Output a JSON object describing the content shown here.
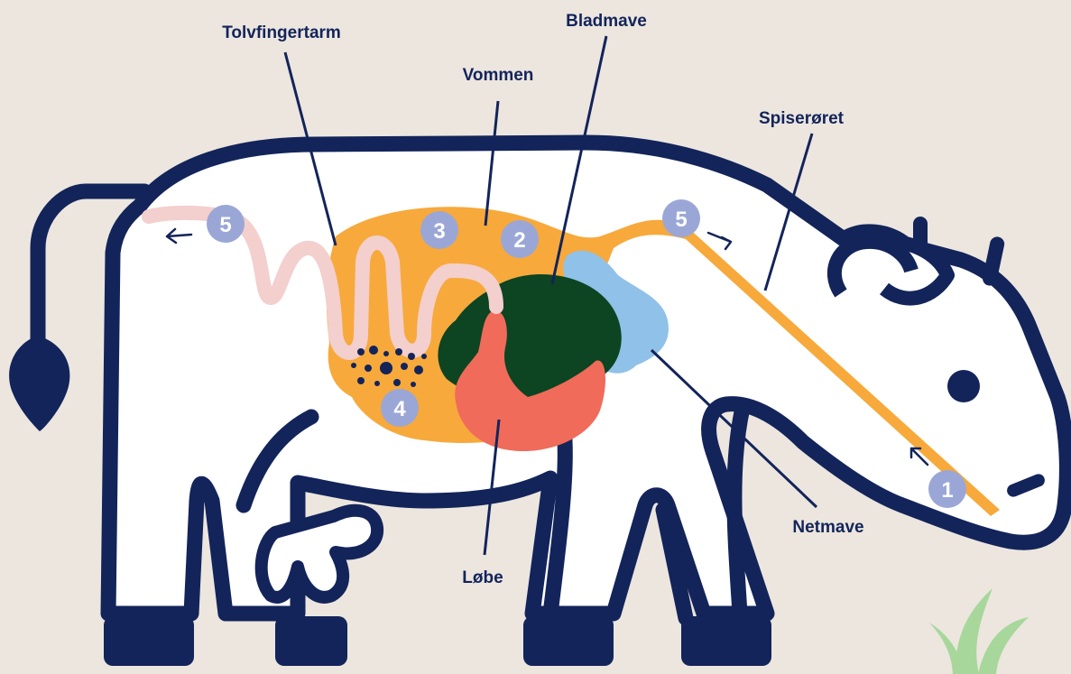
{
  "colors": {
    "background": "#ece6df",
    "outline": "#13245a",
    "body": "#ffffff",
    "vom": "#f7a93b",
    "bladmave": "#0d4422",
    "netmave": "#90c1e8",
    "loebe": "#f06b5a",
    "tarm": "#f3cfcd",
    "badge": "#9aa7d6",
    "grass": "#a7d79a"
  },
  "labels": {
    "tolvfingertarm": "Tolvfingertarm",
    "bladmave": "Bladmave",
    "vommen": "Vommen",
    "spiseroeret": "Spiserøret",
    "netmave": "Netmave",
    "loebe": "Løbe"
  },
  "steps": [
    "1",
    "2",
    "3",
    "4",
    "5",
    "5"
  ],
  "icons": [
    "arrow-icon",
    "food-particles-icon",
    "grass-icon",
    "eye-icon",
    "nostril-icon"
  ]
}
